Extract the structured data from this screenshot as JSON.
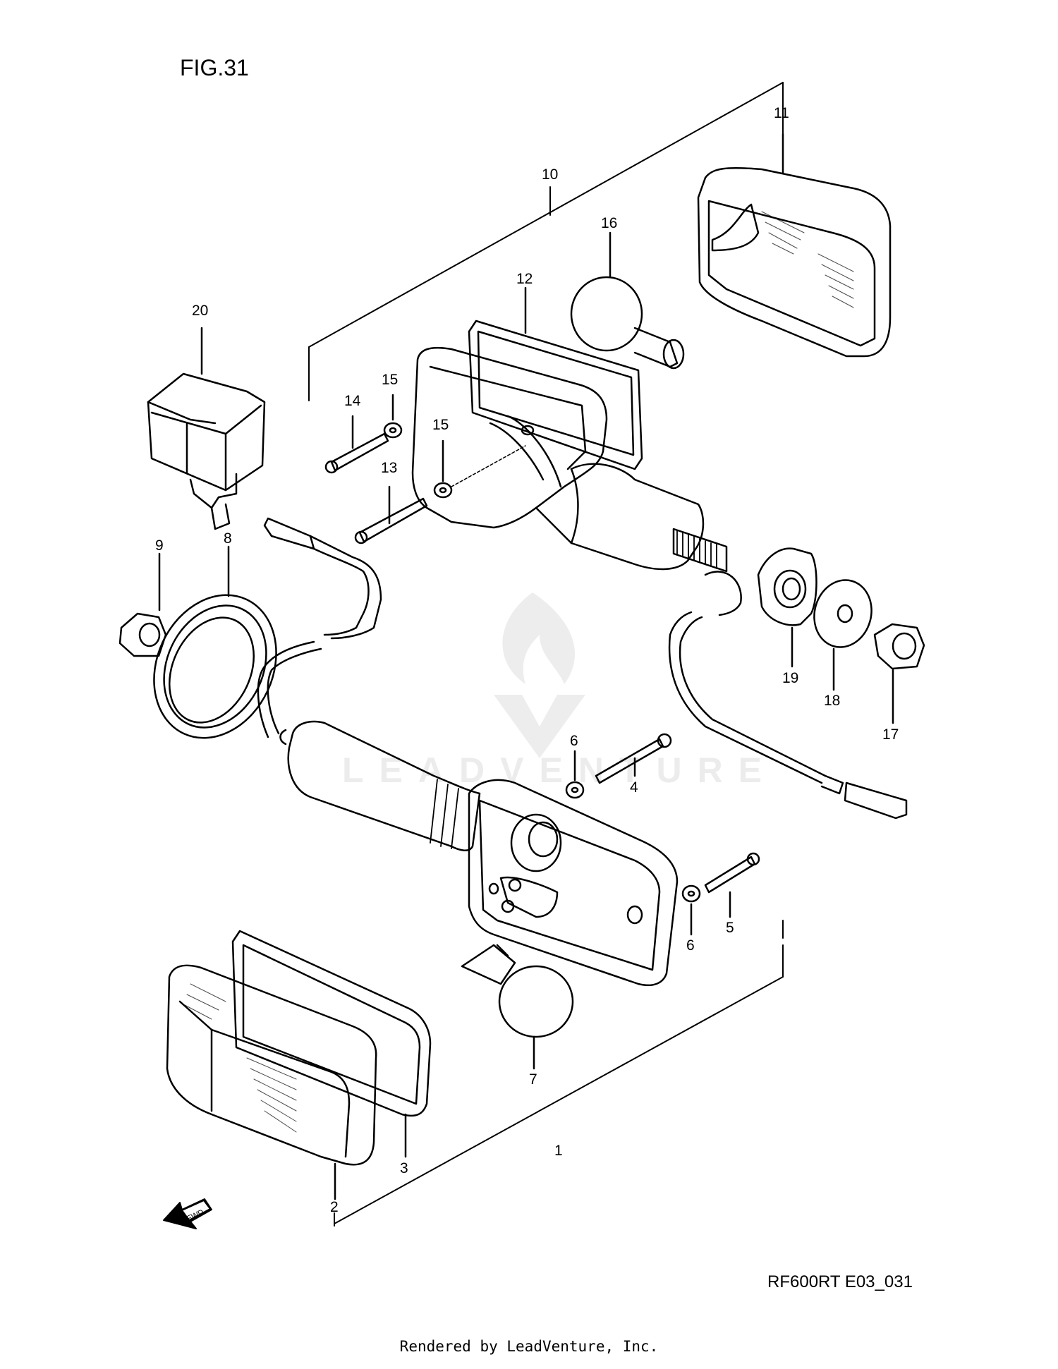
{
  "figure": {
    "title": "FIG.31",
    "code": "RF600RT E03_031",
    "credit": "Rendered by LeadVenture, Inc.",
    "watermark": "LEADVENTURE",
    "fwd_label": "FWD"
  },
  "callouts": [
    {
      "id": "c1",
      "label": "1"
    },
    {
      "id": "c2",
      "label": "2"
    },
    {
      "id": "c3",
      "label": "3"
    },
    {
      "id": "c4",
      "label": "4"
    },
    {
      "id": "c5",
      "label": "5"
    },
    {
      "id": "c6a",
      "label": "6"
    },
    {
      "id": "c6b",
      "label": "6"
    },
    {
      "id": "c7",
      "label": "7"
    },
    {
      "id": "c8",
      "label": "8"
    },
    {
      "id": "c9",
      "label": "9"
    },
    {
      "id": "c10",
      "label": "10"
    },
    {
      "id": "c11",
      "label": "11"
    },
    {
      "id": "c12",
      "label": "12"
    },
    {
      "id": "c13",
      "label": "13"
    },
    {
      "id": "c14",
      "label": "14"
    },
    {
      "id": "c15a",
      "label": "15"
    },
    {
      "id": "c15b",
      "label": "15"
    },
    {
      "id": "c16",
      "label": "16"
    },
    {
      "id": "c17",
      "label": "17"
    },
    {
      "id": "c18",
      "label": "18"
    },
    {
      "id": "c19",
      "label": "19"
    },
    {
      "id": "c20",
      "label": "20"
    }
  ],
  "colors": {
    "line": "#000000",
    "watermark": "#ececec"
  }
}
